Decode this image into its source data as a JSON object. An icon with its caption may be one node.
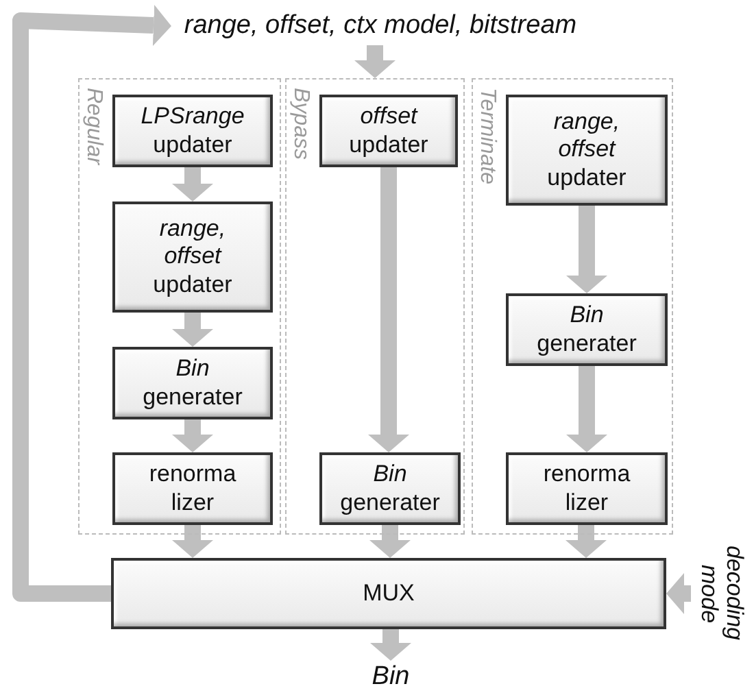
{
  "diagram": {
    "nodes": [
      {
        "text": [
          "range, offset, ctx model, bitstream"
        ]
      },
      {
        "text": [
          "Regular"
        ]
      },
      {
        "text": [
          "*LPSrange* updater"
        ],
        "in": 1
      },
      {
        "text": [
          "*range, offset* updater"
        ],
        "in": 1
      },
      {
        "text": [
          "*Bin* generater"
        ],
        "in": 1
      },
      {
        "text": [
          "renorma lizer"
        ],
        "in": 1
      },
      {
        "text": [
          "Bypass"
        ]
      },
      {
        "text": [
          "*offset* updater"
        ],
        "in": 6
      },
      {
        "text": [
          "*Bin* generater"
        ],
        "in": 6
      },
      {
        "text": [
          "Terminate"
        ]
      },
      {
        "text": [
          "*range, offset* updater"
        ],
        "in": 9
      },
      {
        "text": [
          "*Bin* generater"
        ],
        "in": 9
      },
      {
        "text": [
          "renorma lizer"
        ],
        "in": 9
      },
      {
        "text": [
          "MUX"
        ]
      },
      {
        "text": [
          "decoding mode"
        ]
      },
      {
        "text": [
          "Bin"
        ]
      }
    ],
    "edges": [
      {
        "from": 0,
        "to": 6,
        "arrow": "to"
      },
      {
        "from": 2,
        "to": 3,
        "arrow": "to"
      },
      {
        "from": 3,
        "to": 4,
        "arrow": "to"
      },
      {
        "from": 4,
        "to": 5,
        "arrow": "to"
      },
      {
        "from": 5,
        "to": 13,
        "arrow": "to"
      },
      {
        "from": 7,
        "to": 8,
        "arrow": "to"
      },
      {
        "from": 8,
        "to": 13,
        "arrow": "to"
      },
      {
        "from": 10,
        "to": 11,
        "arrow": "to"
      },
      {
        "from": 11,
        "to": 12,
        "arrow": "to"
      },
      {
        "from": 12,
        "to": 13,
        "arrow": "to"
      },
      {
        "from": 14,
        "to": 13,
        "arrow": "to"
      },
      {
        "from": 13,
        "to": 15,
        "arrow": "to"
      },
      {
        "from": 13,
        "to": 0,
        "arrow": "to"
      }
    ]
  }
}
